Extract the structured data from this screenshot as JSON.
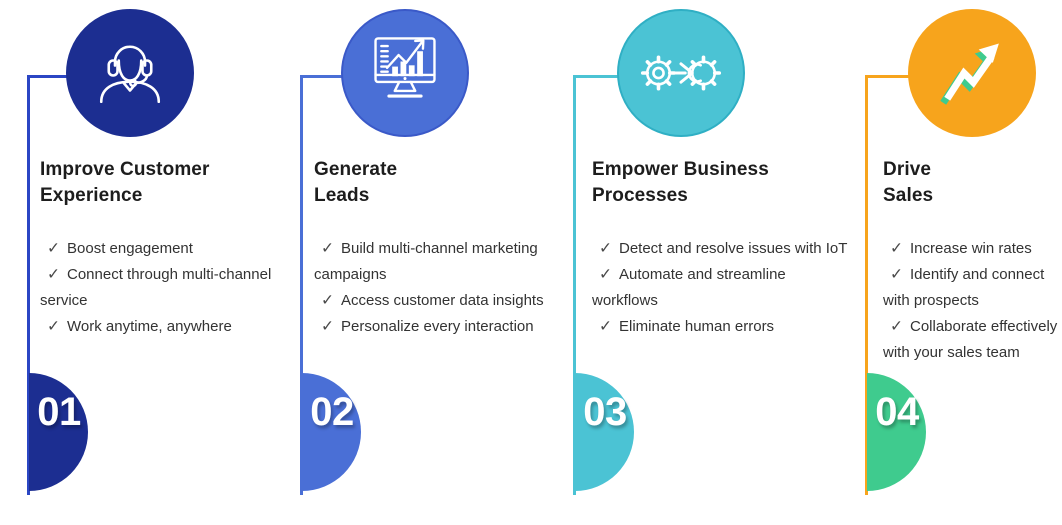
{
  "ui": {
    "check_glyph": "✓"
  },
  "text_colors": {
    "title": "#1d1d1d",
    "item": "#333333",
    "check": "#4a4a4a"
  },
  "columns": [
    {
      "number": "01",
      "title_lines": [
        "Improve Customer",
        "Experience"
      ],
      "icon": "support-agent-icon",
      "items": [
        {
          "lines": [
            "Boost engagement"
          ]
        },
        {
          "lines": [
            "Connect through multi-channel",
            "service"
          ]
        },
        {
          "lines": [
            "Work anytime, anywhere"
          ]
        }
      ],
      "colors": {
        "circle": "#1c2e91",
        "circle_border": "#1c2e91",
        "line": "#2b46c4",
        "badge": "#1c2e91",
        "number": "#ffffff"
      }
    },
    {
      "number": "02",
      "title_lines": [
        "Generate",
        "Leads"
      ],
      "icon": "chart-monitor-icon",
      "items": [
        {
          "lines": [
            "Build multi-channel marketing",
            "campaigns"
          ]
        },
        {
          "lines": [
            "Access customer data insights"
          ]
        },
        {
          "lines": [
            "Personalize every interaction"
          ]
        }
      ],
      "colors": {
        "circle": "#4a6fd6",
        "circle_border": "#3a59c8",
        "line": "#4a6fd6",
        "badge": "#4a6fd6",
        "number": "#ffffff"
      }
    },
    {
      "number": "03",
      "title_lines": [
        "Empower Business",
        "Processes"
      ],
      "icon": "gears-automation-icon",
      "items": [
        {
          "lines": [
            "Detect and resolve issues with IoT"
          ]
        },
        {
          "lines": [
            "Automate and streamline",
            "workflows"
          ]
        },
        {
          "lines": [
            "Eliminate human errors"
          ]
        }
      ],
      "colors": {
        "circle": "#4bc3d4",
        "circle_border": "#2fafc4",
        "line": "#4bc3d4",
        "badge": "#4bc3d4",
        "number": "#ffffff"
      }
    },
    {
      "number": "04",
      "title_lines": [
        "Drive",
        "Sales"
      ],
      "icon": "growth-arrow-icon",
      "items": [
        {
          "lines": [
            "Increase win rates"
          ]
        },
        {
          "lines": [
            "Identify and connect",
            "with prospects"
          ]
        },
        {
          "lines": [
            "Collaborate effectively",
            "with your sales team"
          ]
        }
      ],
      "colors": {
        "circle": "#f7a41c",
        "circle_border": "#f7a41c",
        "line": "#f7a41c",
        "badge": "#3fcb8e",
        "number": "#ffffff",
        "arrow_accent": "#3fcb8e"
      }
    }
  ]
}
